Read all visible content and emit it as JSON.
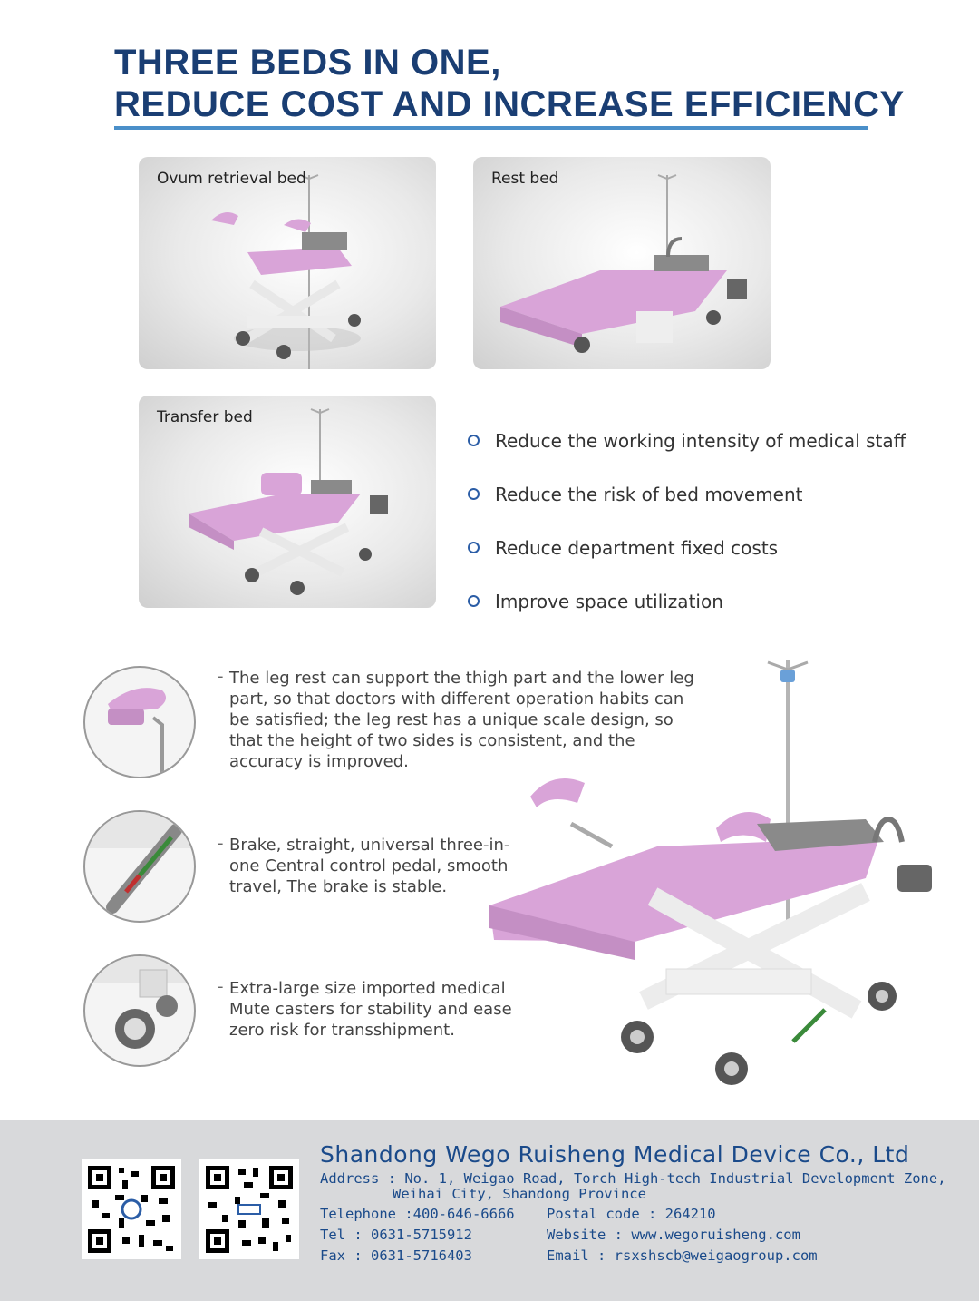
{
  "header": {
    "title_line1": "THREE BEDS IN ONE,",
    "title_line2": "REDUCE COST AND INCREASE EFFICIENCY"
  },
  "beds": [
    {
      "label": "Ovum retrieval bed"
    },
    {
      "label": "Rest bed"
    },
    {
      "label": "Transfer bed"
    }
  ],
  "benefits": [
    "Reduce the working intensity of medical staff",
    "Reduce the risk of bed movement",
    "Reduce department fixed costs",
    "Improve space utilization"
  ],
  "features": [
    {
      "text": "The leg rest can support the thigh part and the lower leg part, so that doctors with different operation habits can be satisfied; the leg rest has a unique scale design, so that the height of two sides is consistent, and the accuracy is improved."
    },
    {
      "text": "Brake, straight, universal three-in-one Central control pedal, smooth travel, The brake is stable."
    },
    {
      "text": "Extra-large size imported medical Mute casters for stability and ease zero risk for transshipment."
    }
  ],
  "footer": {
    "company": "Shandong Wego Ruisheng Medical Device Co., Ltd",
    "address_line1": "Address : No. 1, Weigao Road, Torch High-tech Industrial Development Zone,",
    "address_line2": "Weihai City, Shandong Province",
    "telephone": "Telephone :400-646-6666",
    "tel": "Tel : 0631-5715912",
    "fax": "Fax : 0631-5716403",
    "postal": "Postal code : 264210",
    "website": "Website : www.wegoruisheng.com",
    "email": "Email : rsxshscb@weigaogroup.com"
  },
  "colors": {
    "title": "#1a3e73",
    "rule": "#4a8fc9",
    "bed_pink": "#d9a4d8",
    "footer_bg": "#d8d9db"
  }
}
